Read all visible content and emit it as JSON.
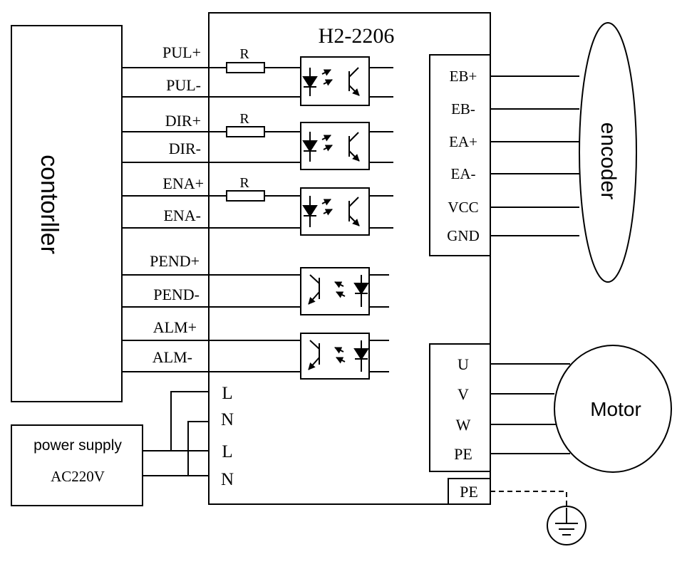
{
  "driver": {
    "model": "H2-2206"
  },
  "controller": {
    "label": "contorller"
  },
  "signals": {
    "pul_plus": "PUL+",
    "pul_minus": "PUL-",
    "dir_plus": "DIR+",
    "dir_minus": "DIR-",
    "ena_plus": "ENA+",
    "ena_minus": "ENA-",
    "pend_plus": "PEND+",
    "pend_minus": "PEND-",
    "alm_plus": "ALM+",
    "alm_minus": "ALM-"
  },
  "resistors": {
    "r1": "R",
    "r2": "R",
    "r3": "R"
  },
  "encoder_port": {
    "eb_plus": "EB+",
    "eb_minus": "EB-",
    "ea_plus": "EA+",
    "ea_minus": "EA-",
    "vcc": "VCC",
    "gnd": "GND"
  },
  "encoder": {
    "label": "encoder"
  },
  "motor_port": {
    "u": "U",
    "v": "V",
    "w": "W",
    "pe": "PE"
  },
  "motor": {
    "label": "Motor"
  },
  "power_terminals": {
    "l1": "L",
    "n1": "N",
    "l2": "L",
    "n2": "N"
  },
  "power_supply": {
    "label": "power supply",
    "voltage": "AC220V"
  },
  "ground_terminal": {
    "label": "PE"
  }
}
